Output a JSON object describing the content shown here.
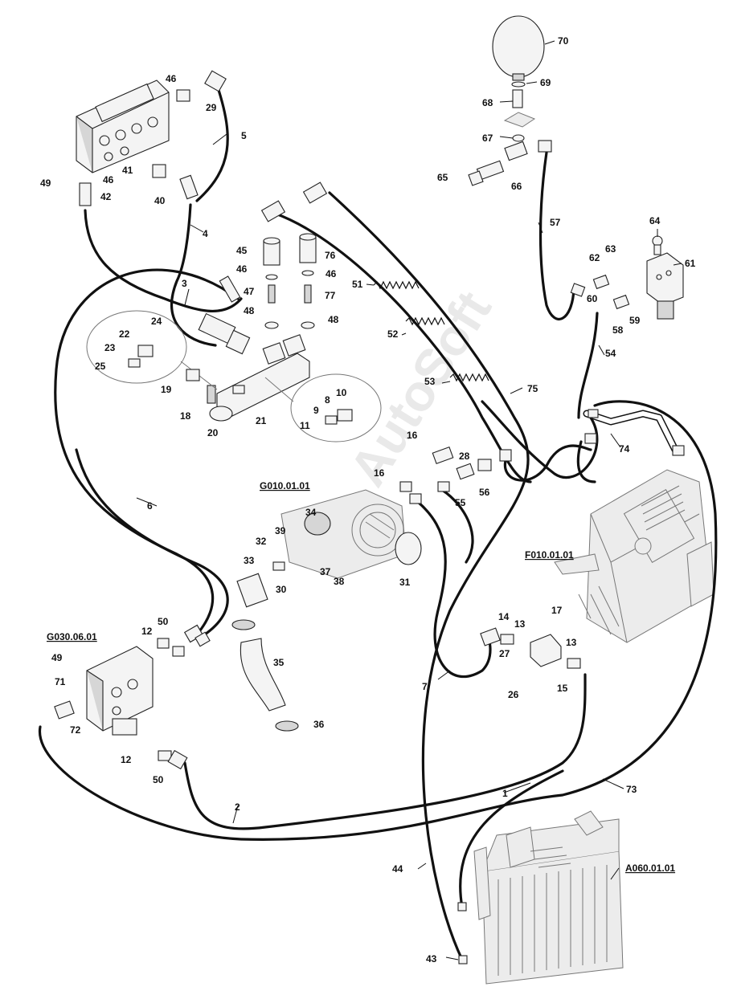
{
  "watermark": "AutoSoft",
  "assembly_refs": [
    {
      "id": "g030",
      "text": "G030.06.01"
    },
    {
      "id": "g010",
      "text": "G010.01.01"
    },
    {
      "id": "f010",
      "text": "F010.01.01"
    },
    {
      "id": "a060",
      "text": "A060.01.01"
    }
  ],
  "callouts": [
    "1",
    "2",
    "3",
    "4",
    "5",
    "6",
    "7",
    "8",
    "9",
    "10",
    "11",
    "12",
    "12",
    "13",
    "13",
    "14",
    "15",
    "16",
    "16",
    "17",
    "18",
    "19",
    "20",
    "21",
    "22",
    "23",
    "24",
    "25",
    "26",
    "27",
    "28",
    "29",
    "30",
    "31",
    "32",
    "33",
    "34",
    "35",
    "36",
    "37",
    "38",
    "39",
    "40",
    "41",
    "42",
    "43",
    "44",
    "45",
    "46",
    "46",
    "46",
    "46",
    "47",
    "48",
    "48",
    "49",
    "49",
    "50",
    "50",
    "51",
    "52",
    "53",
    "54",
    "55",
    "56",
    "57",
    "58",
    "59",
    "60",
    "61",
    "62",
    "63",
    "64",
    "65",
    "66",
    "67",
    "68",
    "69",
    "70",
    "71",
    "72",
    "73",
    "74",
    "75",
    "76",
    "77"
  ]
}
